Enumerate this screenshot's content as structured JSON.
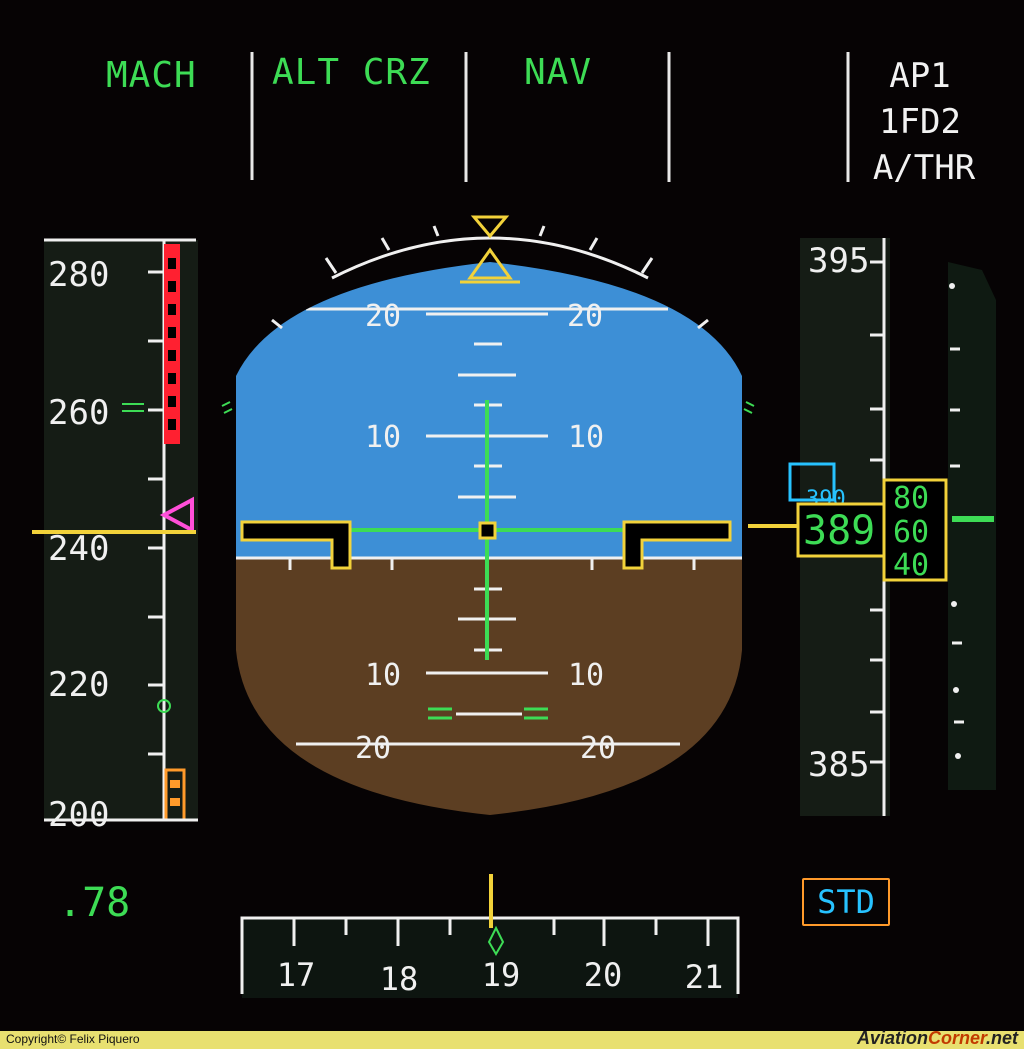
{
  "fma": {
    "col1": "MACH",
    "col2": "ALT CRZ",
    "col3": "NAV",
    "col4": ""
  },
  "engagement": {
    "ap": "AP1",
    "fd": "1FD2",
    "athr": "A/THR"
  },
  "speed": {
    "ticks": [
      "280",
      "260",
      "240",
      "220",
      "200"
    ],
    "current": 240
  },
  "altitude": {
    "top_label": "395",
    "bottom_label": "385",
    "current_main": "389",
    "drum": [
      "80",
      "60",
      "40"
    ],
    "selected_partial": "390"
  },
  "attitude": {
    "pitch_labels_left": [
      "20",
      "10",
      "10",
      "20"
    ],
    "pitch_labels_right": [
      "20",
      "10",
      "10",
      "20"
    ]
  },
  "heading": {
    "labels": [
      "17",
      "18",
      "19",
      "20",
      "21"
    ],
    "current": 19
  },
  "mach_value": ".78",
  "baro_label": "STD",
  "footer": {
    "copyright": "Copyright©   Felix Piquero",
    "brand_a": "Aviation",
    "brand_b": "Corner",
    "brand_c": ".net"
  },
  "colors": {
    "sky": "#3d8fd6",
    "ground": "#5c3e22",
    "fma_green": "#3ddc55",
    "amber": "#ff9a2a",
    "yellow": "#f2d23a",
    "magenta": "#ff4fd8",
    "cyan": "#27c2ff",
    "red": "#ff2030"
  }
}
